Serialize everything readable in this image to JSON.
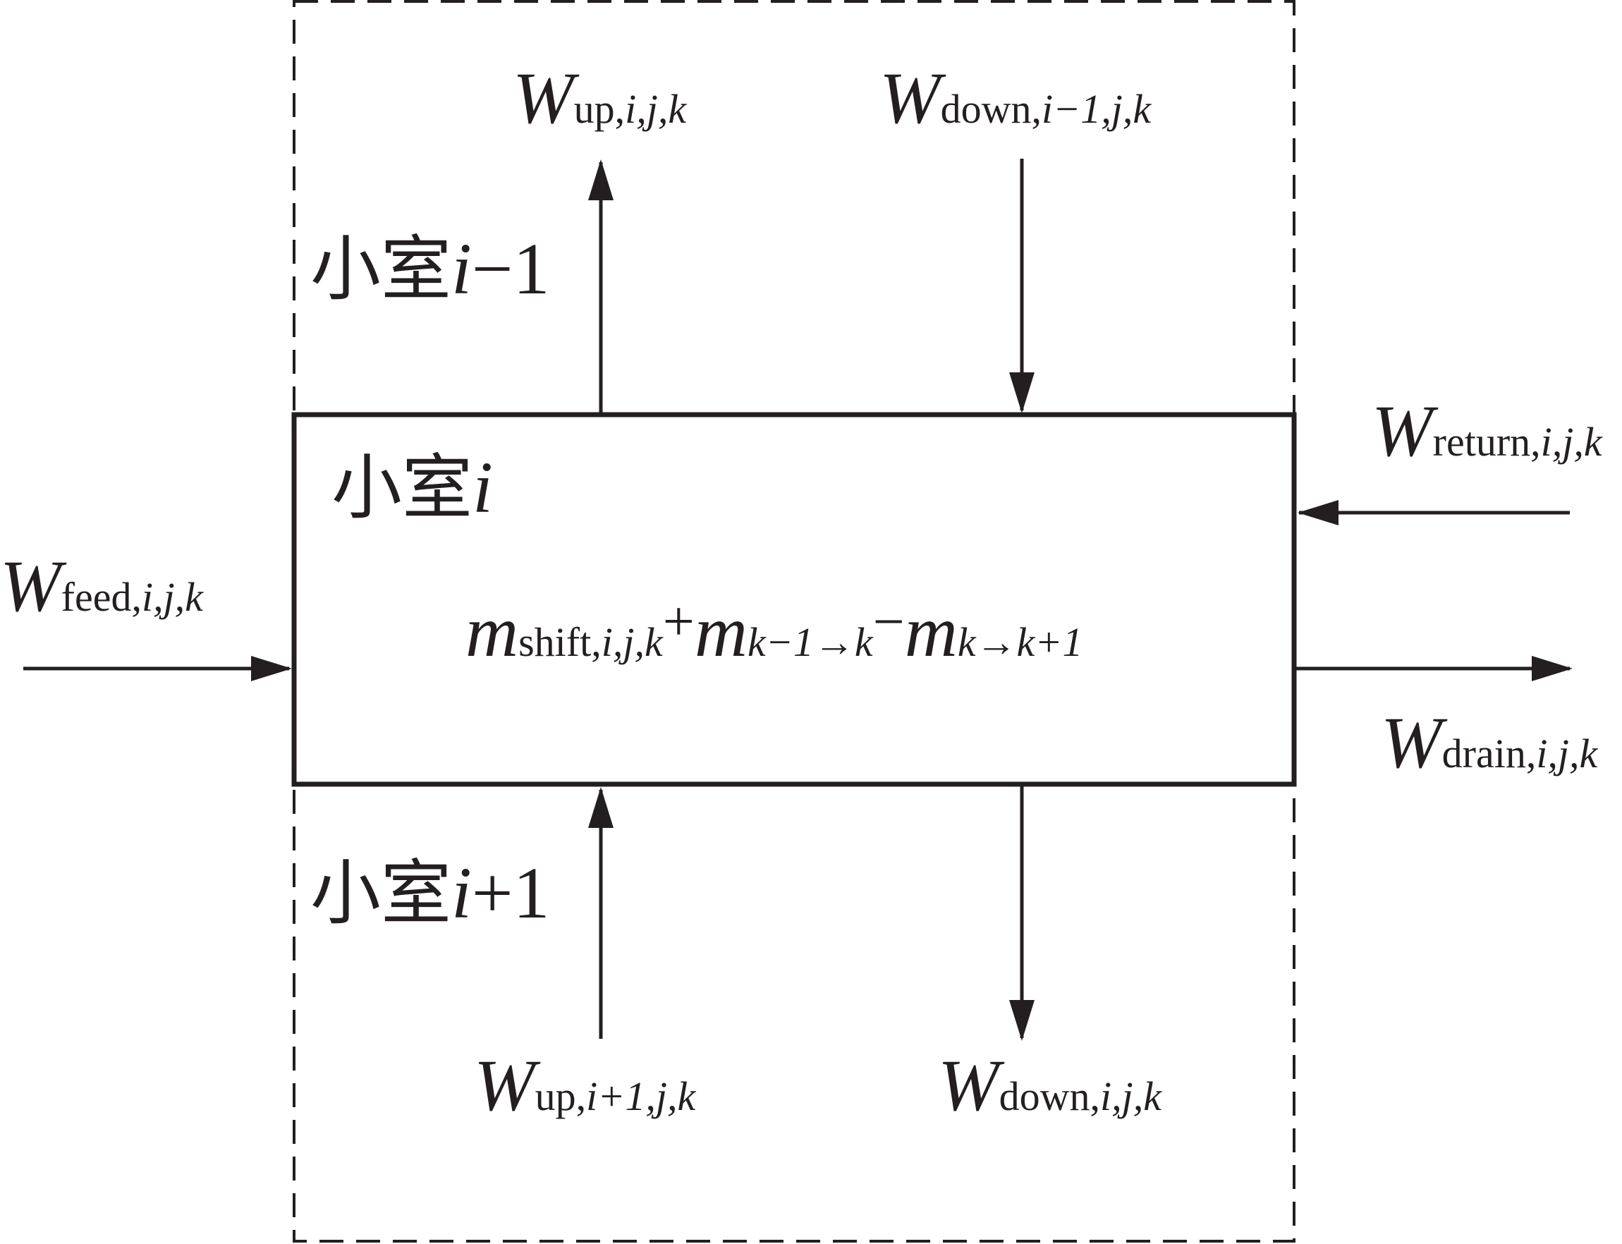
{
  "cells": {
    "upper": {
      "text": "小室",
      "index": "i",
      "suffix": "−1"
    },
    "center": {
      "text": "小室",
      "index": "i"
    },
    "lower": {
      "text": "小室",
      "index": "i",
      "suffix": "+1"
    }
  },
  "flows": {
    "up_out": {
      "symbol": "W",
      "sub": "up,",
      "sub_ijk": "i,j,k"
    },
    "down_in": {
      "symbol": "W",
      "sub": "down,",
      "sub_ijk": "i−1,j,k"
    },
    "return_in": {
      "symbol": "W",
      "sub": "return,",
      "sub_ijk": "i,j,k"
    },
    "feed_in": {
      "symbol": "W",
      "sub": "feed,",
      "sub_ijk": "i,j,k"
    },
    "drain_out": {
      "symbol": "W",
      "sub": "drain,",
      "sub_ijk": "i,j,k"
    },
    "up_in": {
      "symbol": "W",
      "sub": "up,",
      "sub_ijk": "i+1,j,k"
    },
    "down_out": {
      "symbol": "W",
      "sub": "down,",
      "sub_ijk": "i,j,k"
    }
  },
  "balance": {
    "m1": "m",
    "m1_sub": "shift,",
    "m1_ijk": "i,j,k",
    "op1": "+",
    "m2": "m",
    "m2_sub": "k−1→k",
    "op2": "−",
    "m3": "m",
    "m3_sub": "k→k+1"
  },
  "colors": {
    "line": "#231f20",
    "background": "#ffffff"
  }
}
